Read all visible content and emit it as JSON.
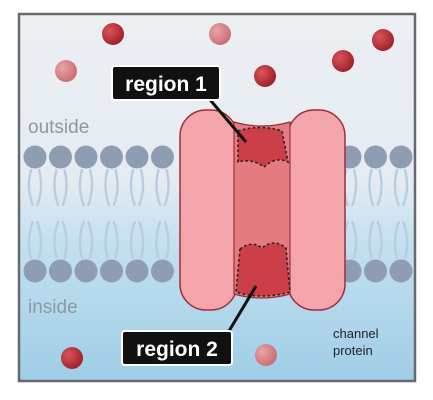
{
  "labels": {
    "outside": "outside",
    "inside": "inside",
    "region_1": "region 1",
    "region_2": "region 2",
    "channel_protein_line1": "channel",
    "channel_protein_line2": "protein"
  },
  "colors": {
    "outside_bg": "#e8edf1",
    "inside_bg": "#a9d3ea",
    "lipid_head": "#8e9db2",
    "lipid_tail": "#b9cdde",
    "protein_outer": "#f2a4aa",
    "protein_middle": "#e7777d",
    "protein_stroke": "#9b2f38",
    "region_fill": "#c9444c",
    "ion_dark": "#b22a32",
    "ion_light": "#d98286",
    "label_box": "#111111",
    "label_text": "#ffffff",
    "side_text": "#8f97a1"
  }
}
